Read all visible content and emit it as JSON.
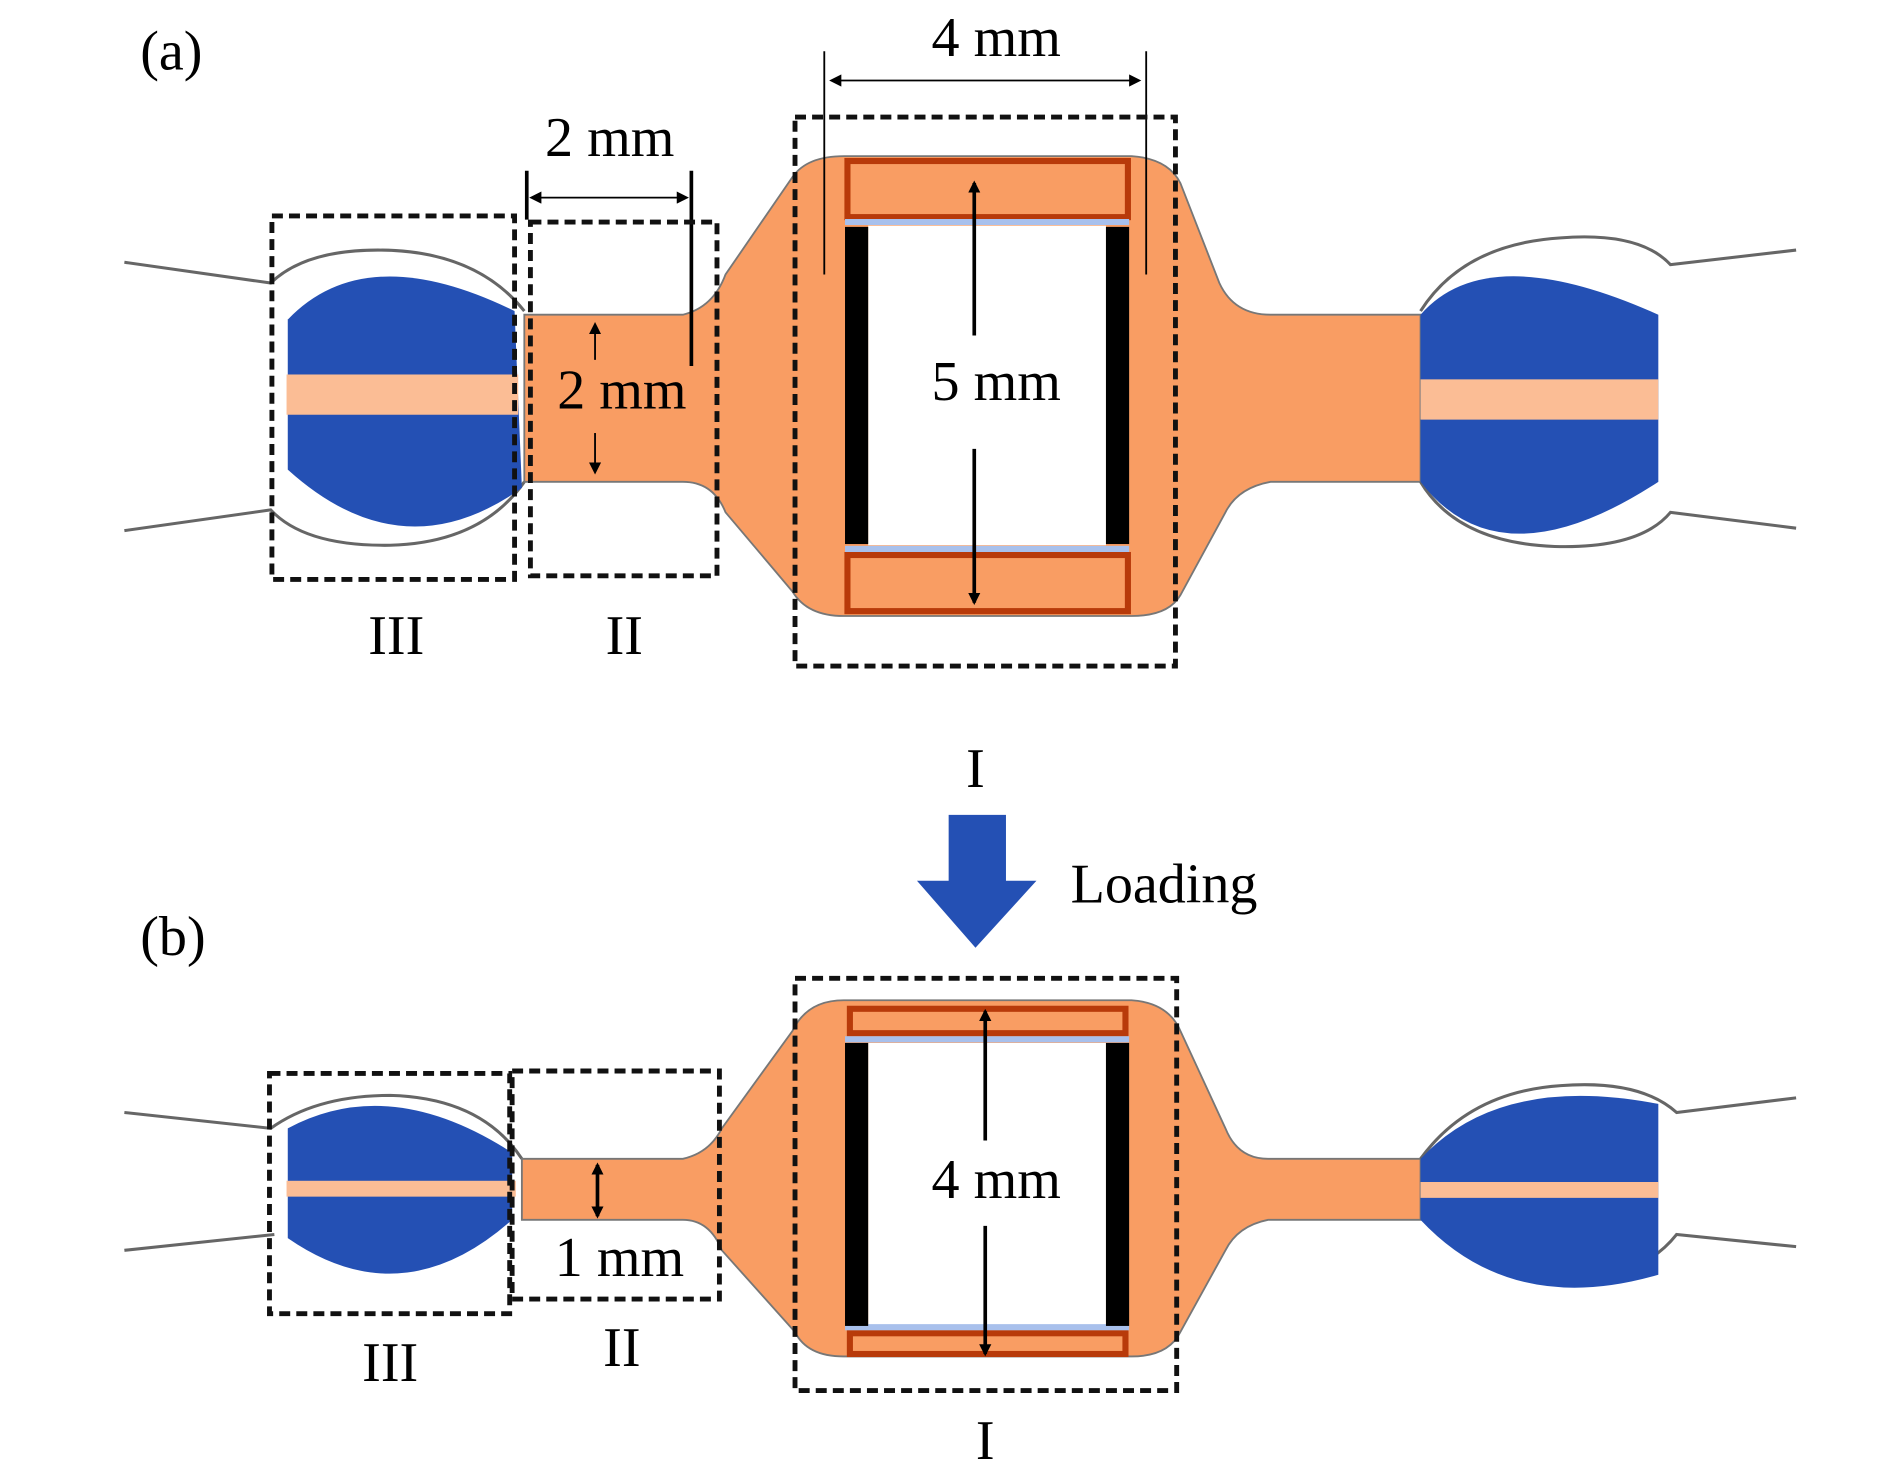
{
  "panel_a": {
    "label": "(a)",
    "dim_width": "4 mm",
    "dim_height": "5 mm",
    "dim_neck_length": "2 mm",
    "dim_neck_width": "2 mm",
    "regions": [
      "III",
      "II",
      "I"
    ]
  },
  "loading": {
    "label": "Loading",
    "color": "#2450b4"
  },
  "panel_b": {
    "label": "(b)",
    "dim_height": "4 mm",
    "dim_neck_width": "1 mm",
    "regions": [
      "III",
      "II",
      "I"
    ]
  },
  "colors": {
    "body": "#f99d63",
    "electrode": "#2450b4",
    "stripe": "#fbbd95",
    "frame": "#b83a0a"
  }
}
